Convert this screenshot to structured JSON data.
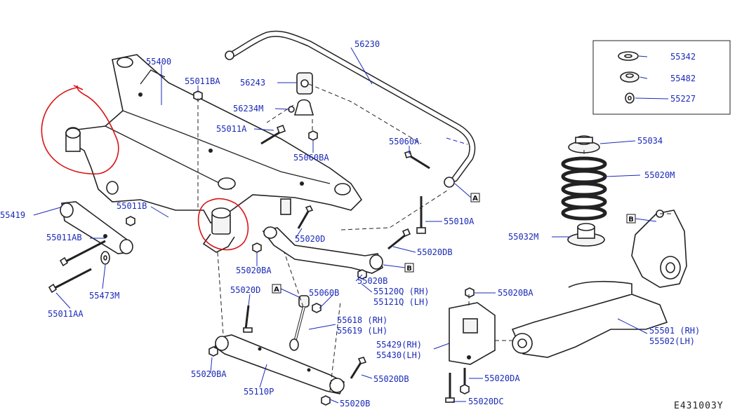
{
  "drawing_code": "E431003Y",
  "labels": {
    "p56230": "56230",
    "p55400": "55400",
    "p55011BA": "55011BA",
    "p56243": "56243",
    "p56234M": "56234M",
    "p55011A": "55011A",
    "p55060BA": "55060BA",
    "p55060A": "55060A",
    "p55419": "55419",
    "p55011B": "55011B",
    "p55011AB": "55011AB",
    "p55473M": "55473M",
    "p55011AA": "55011AA",
    "p55020D_1": "55020D",
    "p55020BA_1": "55020BA",
    "p55010A": "55010A",
    "p55020DB_1": "55020DB",
    "p55020B_1": "55020B",
    "p55120Q": "55120Q (RH)",
    "p55121Q": "55121Q (LH)",
    "p55020D_2": "55020D",
    "p55060B": "55060B",
    "p55618": "55618 (RH)",
    "p55619": "55619 (LH)",
    "p55020BA_2": "55020BA",
    "p55110P": "55110P",
    "p55020DB_2": "55020DB",
    "p55020B_2": "55020B",
    "p55342": "55342",
    "p55482": "55482",
    "p55227": "55227",
    "p55034": "55034",
    "p55020M": "55020M",
    "p55032M": "55032M",
    "p55020BA_3": "55020BA",
    "p55429": "55429(RH)",
    "p55430": "55430(LH)",
    "p55020DA": "55020DA",
    "p55020DC": "55020DC",
    "p55501": "55501 (RH)",
    "p55502": "55502(LH)"
  },
  "reference_marks": {
    "A": "A",
    "B": "B"
  },
  "colors": {
    "label_blue": "#1a2ab8",
    "annotation_red": "#d81414",
    "line_dark": "#222222"
  }
}
